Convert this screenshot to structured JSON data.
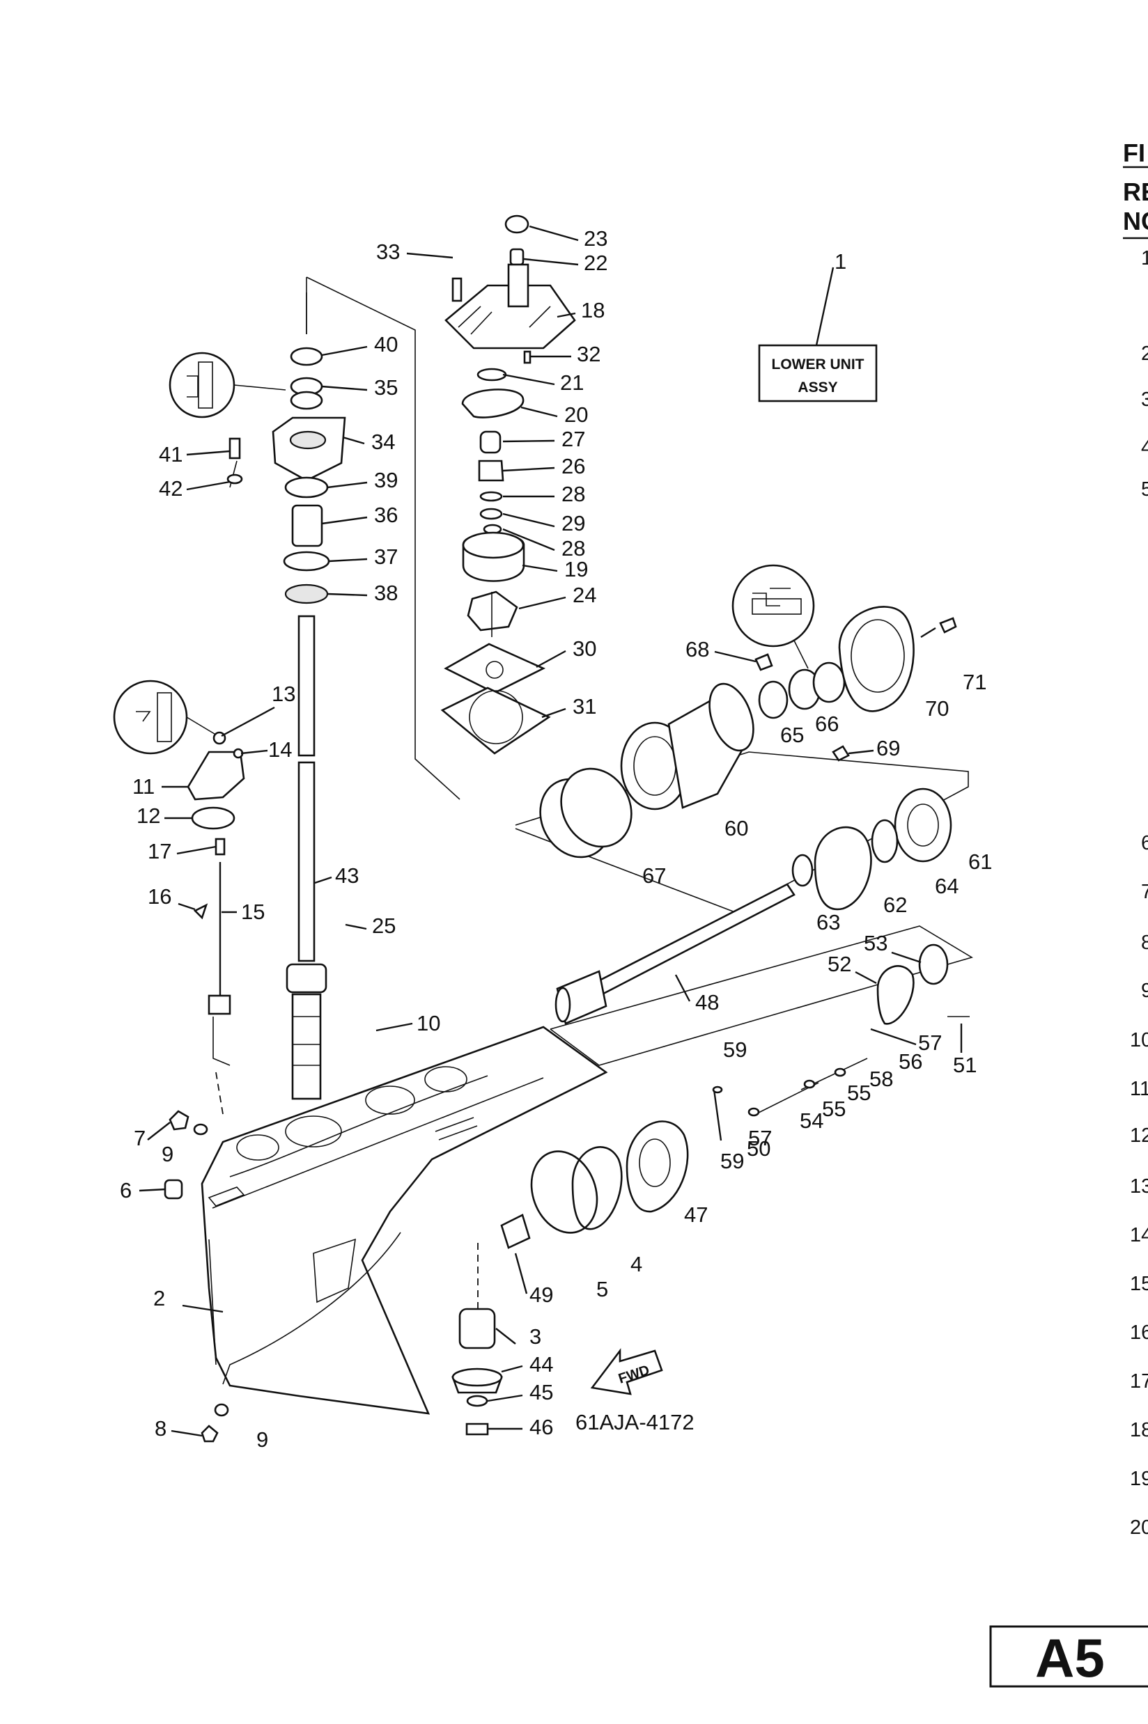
{
  "assembly_box": {
    "line1": "LOWER UNIT",
    "line2": "ASSY",
    "ref": "1"
  },
  "drawing_code": "61AJA-4172",
  "fwd_arrow": "FWD",
  "page_badge": "A5",
  "table_header": {
    "fig": "FI",
    "ref": "RE",
    "no": "NC"
  },
  "table_row_numbers": [
    "1",
    "2",
    "3",
    "4",
    "5",
    "6",
    "7",
    "8",
    "9",
    "10",
    "11",
    "12",
    "13",
    "14",
    "15",
    "16",
    "17",
    "18",
    "19",
    "20"
  ],
  "callouts": [
    "1",
    "2",
    "3",
    "4",
    "5",
    "6",
    "7",
    "8",
    "9",
    "9",
    "10",
    "11",
    "12",
    "13",
    "14",
    "15",
    "16",
    "17",
    "18",
    "19",
    "20",
    "21",
    "22",
    "23",
    "24",
    "25",
    "26",
    "27",
    "28",
    "28",
    "29",
    "30",
    "31",
    "32",
    "33",
    "34",
    "35",
    "36",
    "37",
    "38",
    "39",
    "40",
    "41",
    "42",
    "43",
    "44",
    "45",
    "46",
    "47",
    "48",
    "49",
    "50",
    "51",
    "52",
    "53",
    "54",
    "55",
    "55",
    "56",
    "57",
    "57",
    "58",
    "59",
    "59",
    "60",
    "61",
    "62",
    "63",
    "64",
    "65",
    "66",
    "67",
    "68",
    "69",
    "70",
    "71"
  ],
  "icons": [
    "magnifier-detail-icon",
    "fwd-arrow-icon"
  ]
}
